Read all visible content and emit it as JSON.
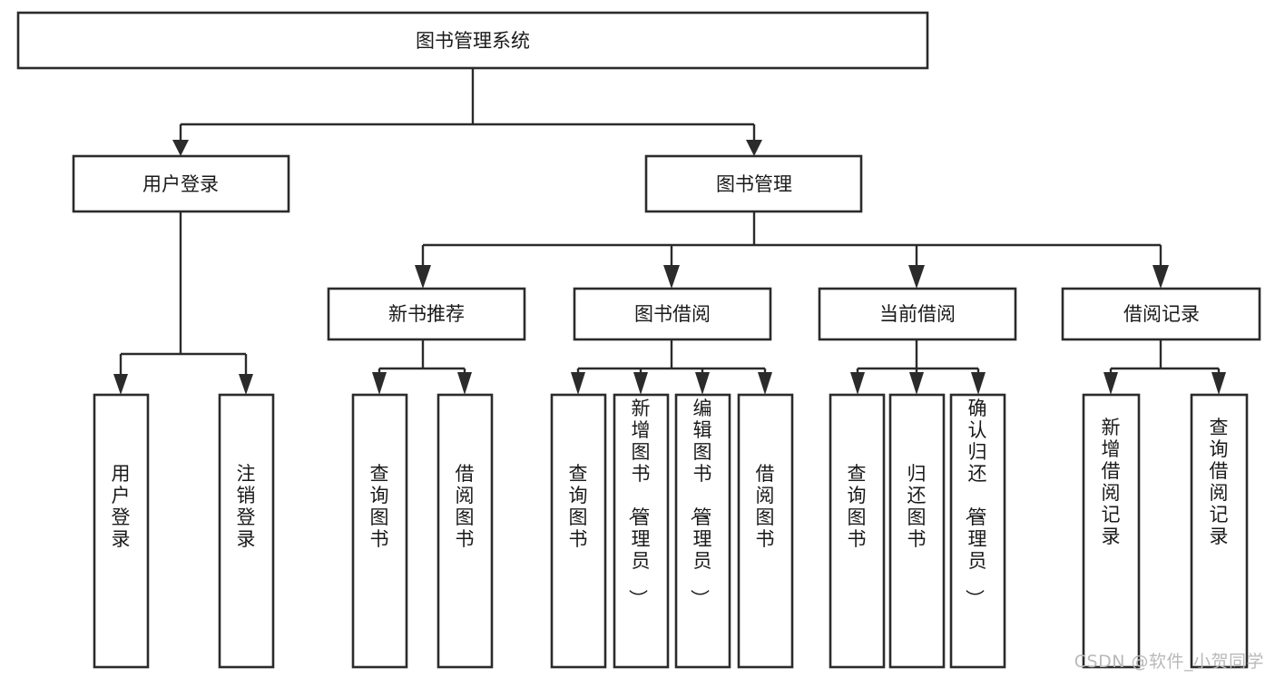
{
  "diagram": {
    "type": "tree",
    "title": "图书管理系统",
    "watermark": "CSDN @软件_小贺同学",
    "colors": {
      "box_stroke": "#2b2b2b",
      "box_fill": "#ffffff",
      "text": "#1a1a1a",
      "connector": "#2b2b2b",
      "watermark": "#b9b9b9",
      "background": "#ffffff"
    },
    "root": {
      "id": "root",
      "label": "图书管理系统",
      "orientation": "horizontal"
    },
    "level2": [
      {
        "id": "user-login",
        "label": "用户登录",
        "orientation": "horizontal"
      },
      {
        "id": "book-manage",
        "label": "图书管理",
        "orientation": "horizontal"
      }
    ],
    "level3": [
      {
        "id": "new-book-recommend",
        "label": "新书推荐",
        "orientation": "horizontal",
        "parent": "book-manage"
      },
      {
        "id": "book-borrow",
        "label": "图书借阅",
        "orientation": "horizontal",
        "parent": "book-manage"
      },
      {
        "id": "current-borrow",
        "label": "当前借阅",
        "orientation": "horizontal",
        "parent": "book-manage"
      },
      {
        "id": "borrow-record",
        "label": "借阅记录",
        "orientation": "horizontal",
        "parent": "book-manage"
      }
    ],
    "leaves": {
      "user-login": [
        {
          "id": "leaf-user-login",
          "label": "用户登录",
          "orientation": "vertical"
        },
        {
          "id": "leaf-user-logout",
          "label": "注销登录",
          "orientation": "vertical"
        }
      ],
      "new-book-recommend": [
        {
          "id": "leaf-query-book-1",
          "label": "查询图书",
          "orientation": "vertical"
        },
        {
          "id": "leaf-borrow-book-1",
          "label": "借阅图书",
          "orientation": "vertical"
        }
      ],
      "book-borrow": [
        {
          "id": "leaf-query-book-2",
          "label": "查询图书",
          "orientation": "vertical"
        },
        {
          "id": "leaf-add-book",
          "label": "新增图书（管理员）",
          "orientation": "vertical"
        },
        {
          "id": "leaf-edit-book",
          "label": "编辑图书（管理员）",
          "orientation": "vertical"
        },
        {
          "id": "leaf-borrow-book-2",
          "label": "借阅图书",
          "orientation": "vertical"
        }
      ],
      "current-borrow": [
        {
          "id": "leaf-query-book-3",
          "label": "查询图书",
          "orientation": "vertical"
        },
        {
          "id": "leaf-return-book",
          "label": "归还图书",
          "orientation": "vertical"
        },
        {
          "id": "leaf-confirm-return",
          "label": "确认归还（管理员）",
          "orientation": "vertical"
        }
      ],
      "borrow-record": [
        {
          "id": "leaf-add-record",
          "label": "新增借阅记录",
          "orientation": "vertical"
        },
        {
          "id": "leaf-query-record",
          "label": "查询借阅记录",
          "orientation": "vertical"
        }
      ]
    }
  }
}
